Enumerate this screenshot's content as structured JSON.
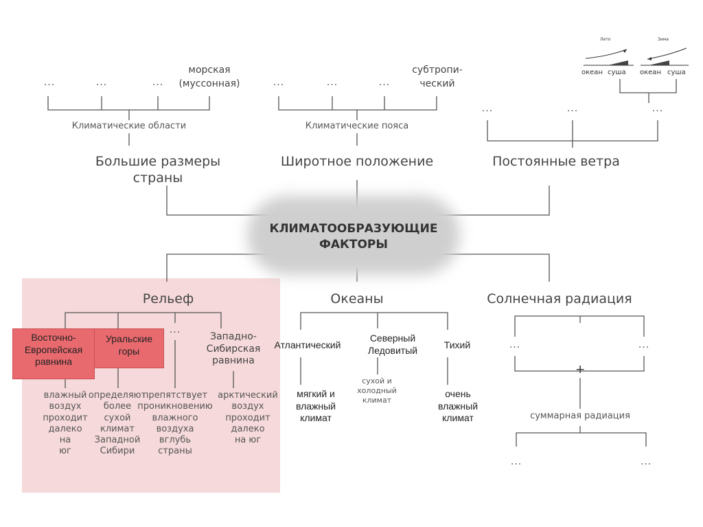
{
  "center": {
    "line1": "КЛИМАТООБРАЗУЮЩИЕ",
    "line2": "ФАКТОРЫ"
  },
  "top": {
    "size": {
      "title_line1": "Большие размеры",
      "title_line2": "страны",
      "subtitle": "Климатические области",
      "items": [
        "...",
        "...",
        "...",
        "морская",
        "(муссонная)"
      ]
    },
    "latitude": {
      "title": "Широтное положение",
      "subtitle": "Климатические пояса",
      "items": [
        "...",
        "...",
        "...",
        "субтропи-",
        "ческий"
      ]
    },
    "winds": {
      "title": "Постоянные ветра",
      "items": [
        "...",
        "...",
        "..."
      ],
      "diagram": {
        "summer_label": "Лето",
        "winter_label": "Зима",
        "labels": [
          "океан",
          "суша",
          "океан",
          "суша"
        ]
      }
    }
  },
  "relief": {
    "title": "Рельеф",
    "children": [
      {
        "name": "Восточно-\nЕвропейская\nравнина",
        "desc": "влажный\nвоздух\nпроходит\nдалеко\nна\nюг"
      },
      {
        "name": "Уральские\nгоры",
        "desc": "определяют\nболее\nсухой\nклимат\nЗападной\nСибири"
      },
      {
        "name": "...",
        "desc": "препятствует\nпроникновению\nвлажного\nвоздуха\nвглубь\nстраны"
      },
      {
        "name": "Западно-\nСибирская\nравнина",
        "desc": "арктический\nвоздух\nпроходит\nдалеко\nна юг"
      }
    ]
  },
  "oceans": {
    "title": "Океаны",
    "children": [
      {
        "name": "Атлантический",
        "desc": "мягкий и\nвлажный\nклимат"
      },
      {
        "name": "Северный\nЛедовитый",
        "desc": "сухой и\nхолодный\nклимат"
      },
      {
        "name": "Тихий",
        "desc": "очень\nвлажный\nклимат"
      }
    ]
  },
  "solar": {
    "title": "Солнечная радиация",
    "items": [
      "...",
      "..."
    ],
    "plus": "+",
    "sum": "суммарная радиация",
    "sum_items": [
      "...",
      "..."
    ]
  },
  "colors": {
    "relief_bg": "#f6d9da",
    "highlight": "#e96a6e",
    "line": "#555555"
  }
}
